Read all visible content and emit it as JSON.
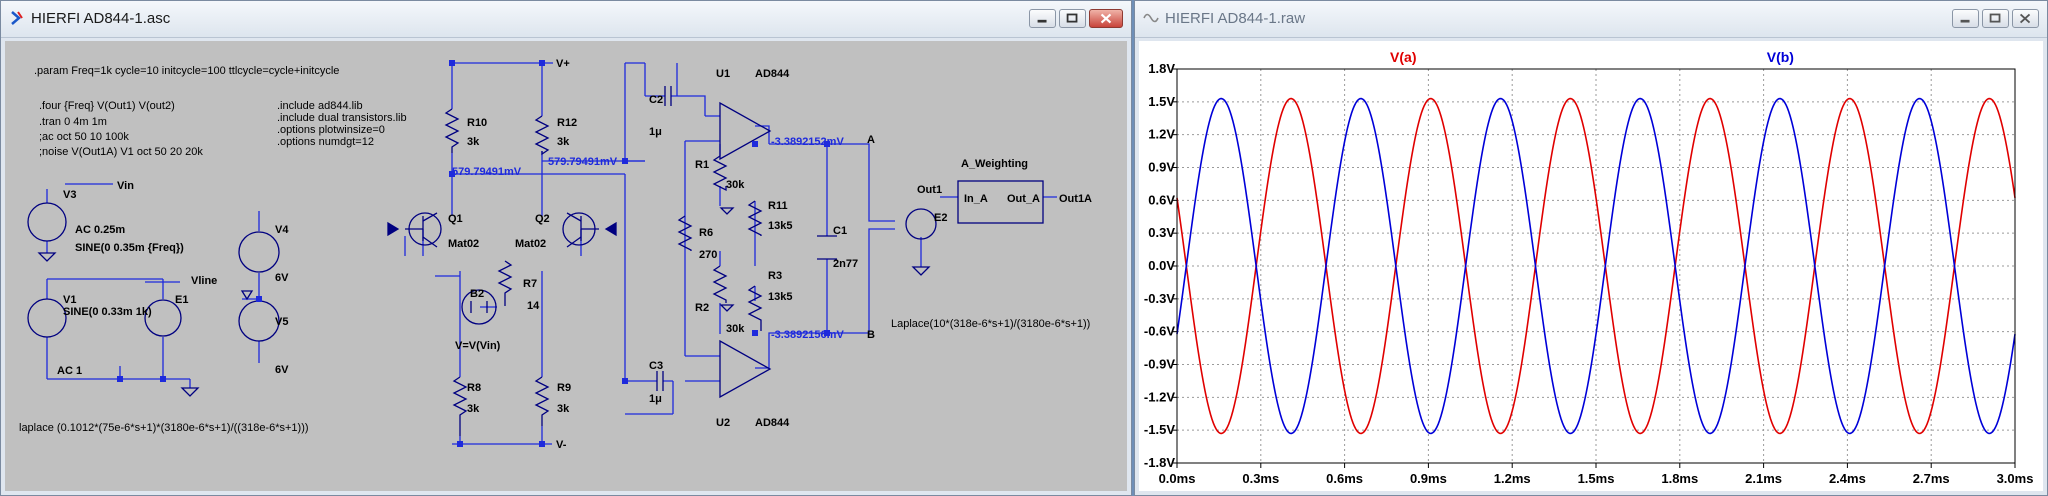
{
  "schematic_window": {
    "title": "HIERFI AD844-1.asc",
    "buttons": {
      "minimize": "minimize-icon",
      "restore": "restore-icon",
      "close": "close-icon"
    },
    "directives": {
      "param": ".param Freq=1k cycle=10 initcycle=100 ttlcycle=cycle+initcycle",
      "four": ".four {Freq} V(Out1) V(out2)",
      "tran": ".tran 0 4m 1m",
      "ac": ";ac oct 50 10 100k",
      "noise": ";noise V(Out1A) V1 oct 50 20 20k",
      "include1": ".include ad844.lib",
      "include2": ".include dual transistors.lib",
      "opt1": ".options plotwinsize=0",
      "opt2": ".options numdgt=12",
      "laplace_e1": "laplace (0.1012*(75e-6*s+1)*(3180e-6*s+1)/((318e-6*s+1)))",
      "laplace_e2": "Laplace(10*(318e-6*s+1)/(3180e-6*s+1))"
    },
    "labels": {
      "vin": "Vin",
      "vline": "Vline",
      "vplus": "V+",
      "vminus": "V-",
      "v3": "V3",
      "v3_ac": "AC 0.25m",
      "v3_sine": "SINE(0 0.35m {Freq})",
      "v1": "V1",
      "v1_sine": "SINE(0 0.33m 1k)",
      "v1_ac": "AC 1",
      "e1": "E1",
      "v4": "V4",
      "v4_val": "6V",
      "v5": "V5",
      "v5_val": "6V",
      "r10": "R10",
      "r10_val": "3k",
      "r12": "R12",
      "r12_val": "3k",
      "q1": "Q1",
      "q1_model": "Mat02",
      "q2": "Q2",
      "q2_model": "Mat02",
      "b2": "B2",
      "b2_expr": "V=V(Vin)",
      "r7": "R7",
      "r7_val": "14",
      "r8": "R8",
      "r8_val": "3k",
      "r9": "R9",
      "r9_val": "3k",
      "c2": "C2",
      "c2_val": "1μ",
      "c3": "C3",
      "c3_val": "1μ",
      "u1": "U1",
      "u1_model": "AD844",
      "u2": "U2",
      "u2_model": "AD844",
      "r1": "R1",
      "r1_val": "30k",
      "r2": "R2",
      "r2_val": "30k",
      "r6": "R6",
      "r6_val": "270",
      "r11": "R11",
      "r11_val": "13k5",
      "r3": "R3",
      "r3_val": "13k5",
      "c1": "C1",
      "c1_val": "2n77",
      "node_a": "A",
      "node_b": "B",
      "out1": "Out1",
      "e2": "E2",
      "aw_title": "A_Weighting",
      "aw_in": "In_A",
      "aw_out": "Out_A",
      "out1a": "Out1A",
      "v_left": "579.79491mV",
      "v_right": "579.79491mV",
      "v_a": "-3.3892152mV",
      "v_b": "-3.3892156mV"
    }
  },
  "plot_window": {
    "title": "HIERFI AD844-1.raw",
    "buttons": {
      "minimize": "minimize-icon",
      "restore": "restore-icon",
      "close": "close-icon"
    }
  },
  "chart_data": {
    "type": "line",
    "x_unit": "ms",
    "xlim": [
      0.0,
      3.0
    ],
    "ylim": [
      -1.8,
      1.8
    ],
    "x_ticks": [
      "0.0ms",
      "0.3ms",
      "0.6ms",
      "0.9ms",
      "1.2ms",
      "1.5ms",
      "1.8ms",
      "2.1ms",
      "2.4ms",
      "2.7ms",
      "3.0ms"
    ],
    "y_ticks": [
      "1.8V",
      "1.5V",
      "1.2V",
      "0.9V",
      "0.6V",
      "0.3V",
      "0.0V",
      "-0.3V",
      "-0.6V",
      "-0.9V",
      "-1.2V",
      "-1.5V",
      "-1.8V"
    ],
    "grid": true,
    "series": [
      {
        "name": "V(a)",
        "color": "#e00000",
        "amplitude": 1.53,
        "frequency_khz": 2.0,
        "phase_deg": 156
      },
      {
        "name": "V(b)",
        "color": "#0000d8",
        "amplitude": 1.53,
        "frequency_khz": 2.0,
        "phase_deg": -24
      }
    ]
  },
  "colors": {
    "wire": "#1e2adc",
    "component": "#000080",
    "plot_bg": "#ffffff",
    "schematic_bg": "#c0c0c0"
  }
}
